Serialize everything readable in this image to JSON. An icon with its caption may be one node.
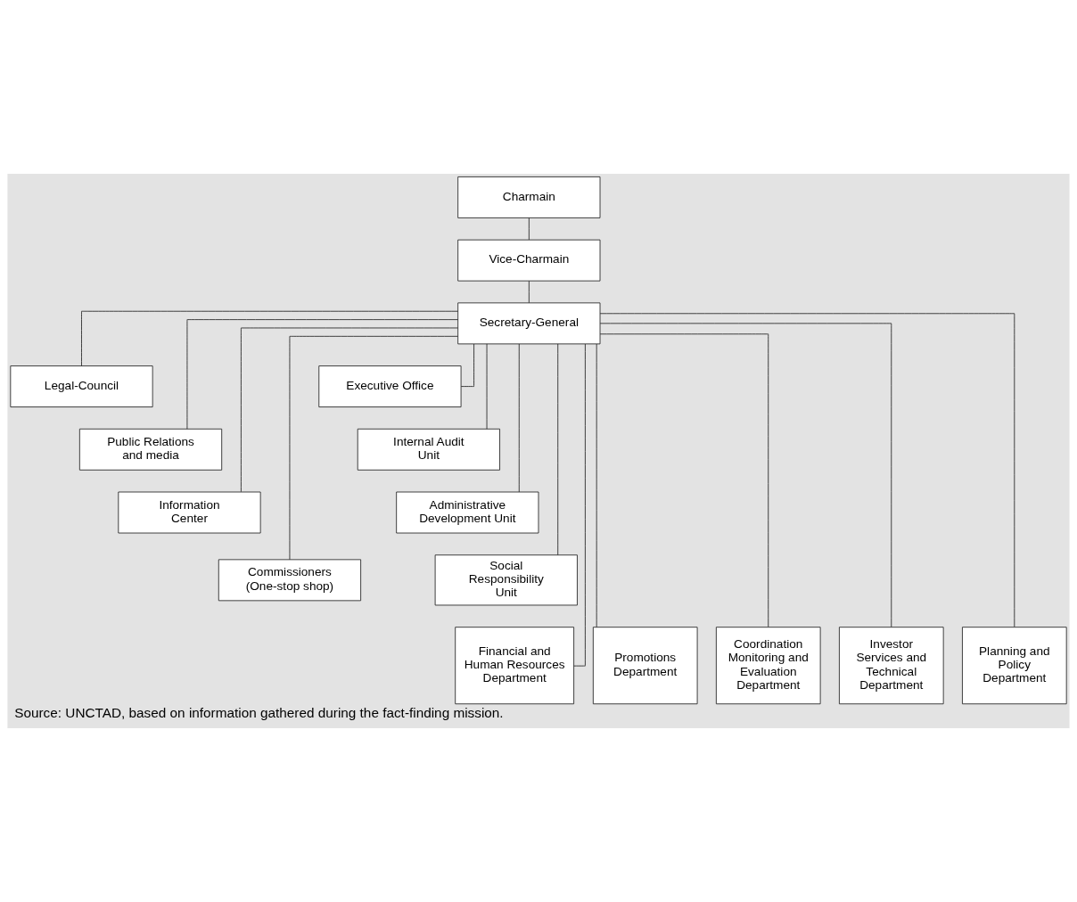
{
  "diagram": {
    "caption": "Source: UNCTAD, based on information gathered during the fact-finding mission.",
    "nodes": [
      {
        "text": [
          "Charmain"
        ]
      },
      {
        "text": [
          "Vice-Charmain"
        ]
      },
      {
        "text": [
          "Secretary-General"
        ]
      },
      {
        "text": [
          "Legal-Council"
        ]
      },
      {
        "text": [
          "Public Relations and media"
        ]
      },
      {
        "text": [
          "Information Center"
        ]
      },
      {
        "text": [
          "Commissioners (One-stop shop)"
        ]
      },
      {
        "text": [
          "Executive Office"
        ]
      },
      {
        "text": [
          "Internal Audit Unit"
        ]
      },
      {
        "text": [
          "Administrative Development Unit"
        ]
      },
      {
        "text": [
          "Social Responsibility Unit"
        ]
      },
      {
        "text": [
          "Financial and Human Resources Department"
        ]
      },
      {
        "text": [
          "Promotions Department"
        ]
      },
      {
        "text": [
          "Coordination Monitoring and Evaluation Department"
        ]
      },
      {
        "text": [
          "Investor Services and Technical Department"
        ]
      },
      {
        "text": [
          "Planning and Policy Department"
        ]
      }
    ],
    "edges": [
      {
        "from": 0,
        "to": 1,
        "arrow": "none"
      },
      {
        "from": 1,
        "to": 2,
        "arrow": "none"
      },
      {
        "from": 2,
        "to": 3,
        "arrow": "none"
      },
      {
        "from": 2,
        "to": 4,
        "arrow": "none"
      },
      {
        "from": 2,
        "to": 5,
        "arrow": "none"
      },
      {
        "from": 2,
        "to": 6,
        "arrow": "none"
      },
      {
        "from": 2,
        "to": 7,
        "arrow": "none"
      },
      {
        "from": 2,
        "to": 8,
        "arrow": "none"
      },
      {
        "from": 2,
        "to": 9,
        "arrow": "none"
      },
      {
        "from": 2,
        "to": 10,
        "arrow": "none"
      },
      {
        "from": 2,
        "to": 11,
        "arrow": "none"
      },
      {
        "from": 2,
        "to": 12,
        "arrow": "none"
      },
      {
        "from": 2,
        "to": 13,
        "arrow": "none"
      },
      {
        "from": 2,
        "to": 14,
        "arrow": "none"
      },
      {
        "from": 2,
        "to": 15,
        "arrow": "none"
      }
    ]
  }
}
